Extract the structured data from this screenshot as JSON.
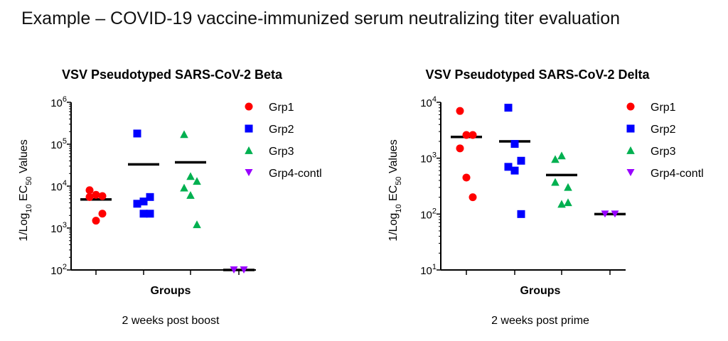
{
  "page_title": "Example – COVID-19 vaccine-immunized serum neutralizing titer evaluation",
  "chart_data": [
    {
      "type": "scatter",
      "title": "VSV Pseudotyped SARS-CoV-2 Beta",
      "xlabel": "Groups",
      "ylabel": "1/Log10 EC50 Values",
      "caption": "2 weeks post boost",
      "yscale": "log",
      "ylim": [
        100,
        1000000
      ],
      "yticks": [
        2,
        3,
        4,
        5,
        6
      ],
      "legend_position": "right",
      "groups": [
        {
          "name": "Grp1",
          "marker": "circle",
          "color": "#ff0000",
          "values": [
            5500,
            6200,
            5800,
            8000,
            1500,
            2200
          ],
          "mean": 4800
        },
        {
          "name": "Grp2",
          "marker": "square",
          "color": "#0000ff",
          "values": [
            180000,
            4300,
            5500,
            3800,
            2200,
            2200
          ],
          "mean": 33000
        },
        {
          "name": "Grp3",
          "marker": "triangle-up",
          "color": "#00b050",
          "values": [
            170000,
            17000,
            13000,
            9000,
            6000,
            1200
          ],
          "mean": 37000
        },
        {
          "name": "Grp4-contl",
          "marker": "triangle-down",
          "color": "#9900ff",
          "values": [
            100,
            100
          ],
          "mean": 100
        }
      ]
    },
    {
      "type": "scatter",
      "title": "VSV Pseudotyped SARS-CoV-2 Delta",
      "xlabel": "Groups",
      "ylabel": "1/Log10 EC50 Values",
      "caption": "2 weeks post prime",
      "yscale": "log",
      "ylim": [
        10,
        10000
      ],
      "yticks": [
        1,
        2,
        3,
        4
      ],
      "legend_position": "right",
      "groups": [
        {
          "name": "Grp1",
          "marker": "circle",
          "color": "#ff0000",
          "values": [
            7000,
            2600,
            2600,
            1500,
            450,
            200
          ],
          "mean": 2400
        },
        {
          "name": "Grp2",
          "marker": "square",
          "color": "#0000ff",
          "values": [
            8000,
            1800,
            900,
            700,
            600,
            100
          ],
          "mean": 2000
        },
        {
          "name": "Grp3",
          "marker": "triangle-up",
          "color": "#00b050",
          "values": [
            950,
            1100,
            300,
            370,
            150,
            160
          ],
          "mean": 500
        },
        {
          "name": "Grp4-contl",
          "marker": "triangle-down",
          "color": "#9900ff",
          "values": [
            100,
            100
          ],
          "mean": 100
        }
      ]
    }
  ]
}
